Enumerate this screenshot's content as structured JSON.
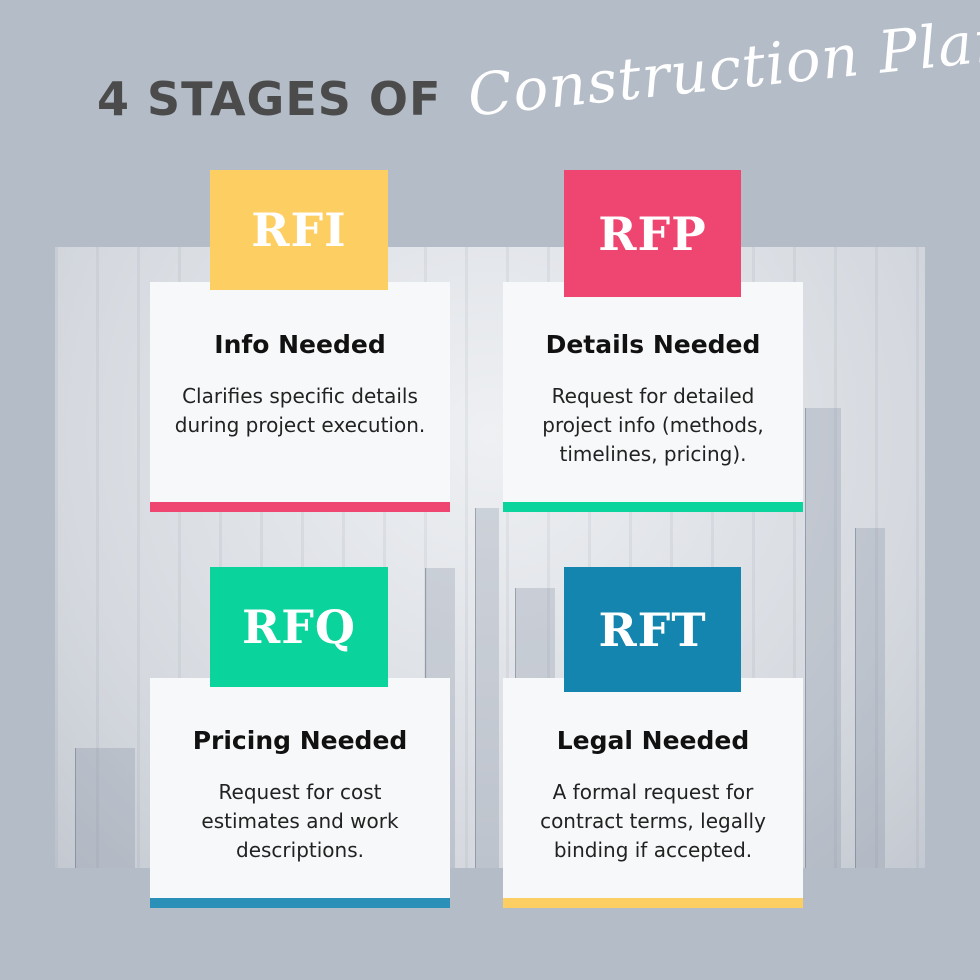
{
  "header": {
    "title": "4 STAGES OF",
    "script_title": "Construction Planning"
  },
  "colors": {
    "background": "#b4bcc7",
    "yellow": "#fdce62",
    "pink": "#ee4670",
    "teal": "#0bd59c",
    "blue": "#1485ae"
  },
  "stages": [
    {
      "code": "RFI",
      "heading": "Info Needed",
      "description": "Clarifies specific details during project execution."
    },
    {
      "code": "RFP",
      "heading": "Details Needed",
      "description": "Request for detailed project info (methods, timelines, pricing)."
    },
    {
      "code": "RFQ",
      "heading": "Pricing Needed",
      "description": "Request for cost estimates and work descriptions."
    },
    {
      "code": "RFT",
      "heading": "Legal Needed",
      "description": "A formal request for contract terms, legally binding if accepted."
    }
  ]
}
